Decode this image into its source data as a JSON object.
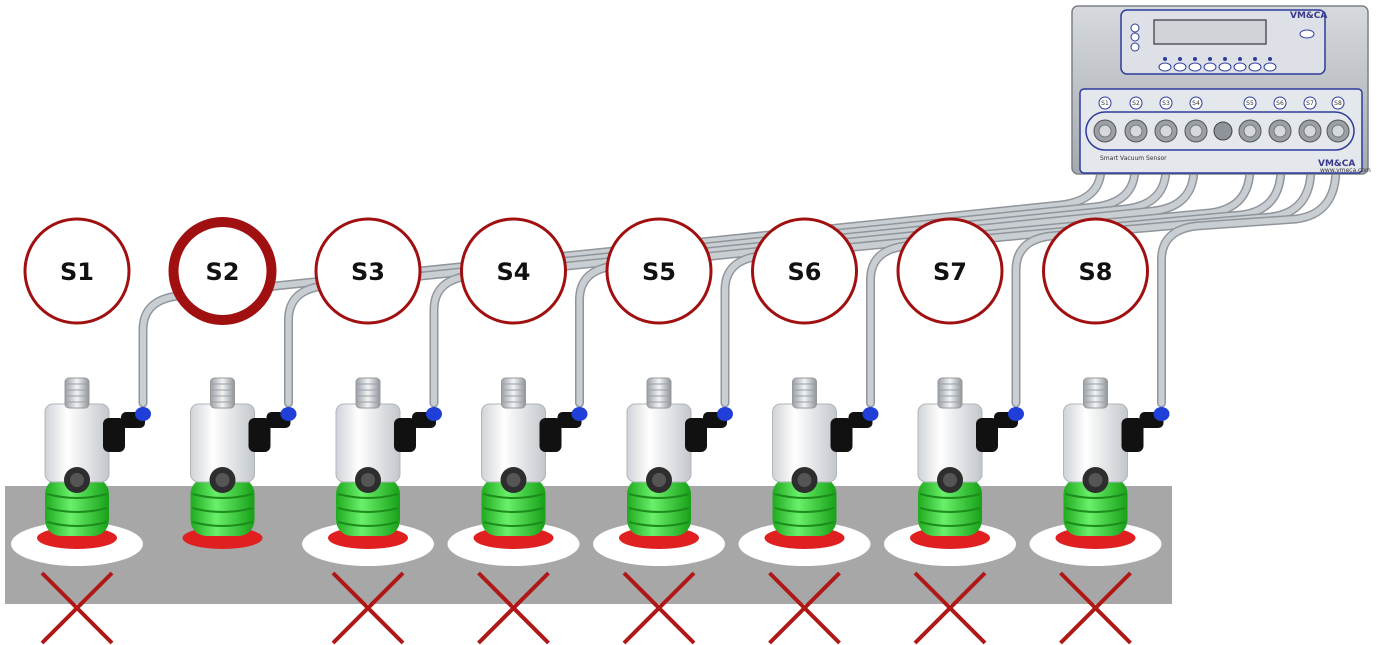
{
  "controller": {
    "brand": "VM&CA",
    "port_labels": [
      "S1",
      "S2",
      "S3",
      "S4",
      "S5",
      "S6",
      "S7",
      "S8"
    ],
    "panel_text": "Smart Vacuum Sensor",
    "site": "www.vmeca.com"
  },
  "stations": [
    {
      "id": "S1",
      "state": "ok",
      "highlighted": false,
      "cup_seated": false
    },
    {
      "id": "S2",
      "state": "fault",
      "highlighted": true,
      "cup_seated": true
    },
    {
      "id": "S3",
      "state": "ok",
      "highlighted": false,
      "cup_seated": false
    },
    {
      "id": "S4",
      "state": "ok",
      "highlighted": false,
      "cup_seated": false
    },
    {
      "id": "S5",
      "state": "ok",
      "highlighted": false,
      "cup_seated": false
    },
    {
      "id": "S6",
      "state": "ok",
      "highlighted": false,
      "cup_seated": false
    },
    {
      "id": "S7",
      "state": "ok",
      "highlighted": false,
      "cup_seated": false
    },
    {
      "id": "S8",
      "state": "ok",
      "highlighted": false,
      "cup_seated": false
    }
  ],
  "colors": {
    "circle": "#a01010",
    "cross": "#b01818",
    "cup_green": "#3ddc3d",
    "cup_red": "#e02020",
    "plate": "#a7a7a7",
    "tube": "#c9ced3",
    "fitting_blue": "#1f3fd8"
  }
}
